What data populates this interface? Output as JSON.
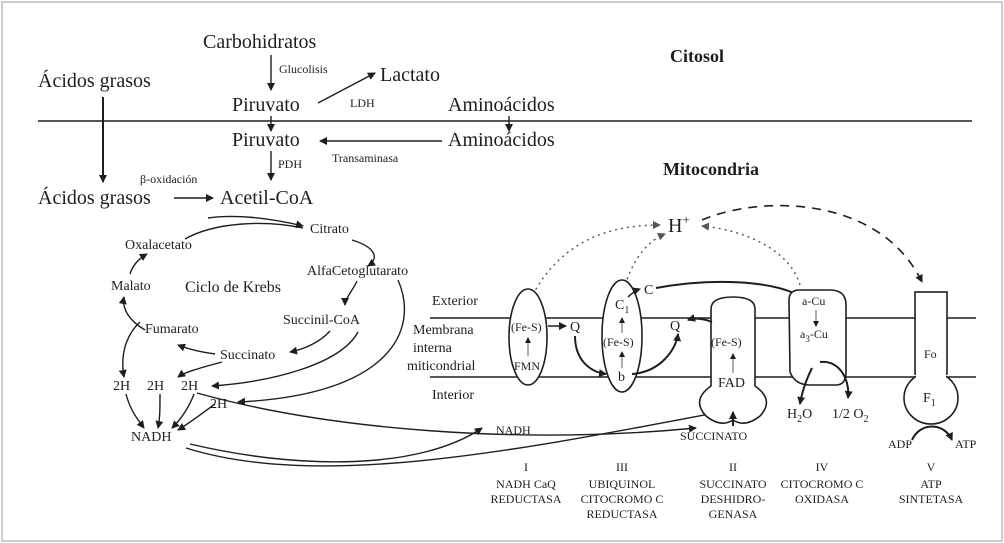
{
  "compartments": {
    "cytosol": "Citosol",
    "mitochondria": "Mitocondria"
  },
  "cytosol": {
    "carbohydrates": "Carbohidratos",
    "glycolysis": "Glucolisis",
    "lactate": "Lactato",
    "pyruvate": "Piruvato",
    "ldh": "LDH",
    "amino_acids": "Aminoácidos",
    "fatty_acids": "Ácidos grasos"
  },
  "matrix": {
    "pyruvate": "Piruvato",
    "amino_acids": "Aminoácidos",
    "transaminase": "Transaminasa",
    "pdh": "PDH",
    "beta_oxidation": "β-oxidación",
    "fatty_acids": "Ácidos grasos",
    "acetyl_coa": "Acetil-CoA"
  },
  "krebs": {
    "title": "Ciclo de Krebs",
    "citrate": "Citrato",
    "oxaloacetate": "Oxalacetato",
    "alpha_ketoglutarate": "AlfaCetoglutarato",
    "malate": "Malato",
    "fumarate": "Fumarato",
    "succinyl_coa": "Succinil-CoA",
    "succinate": "Succinato",
    "h2_a": "2H",
    "h2_b": "2H",
    "h2_c": "2H",
    "h2_d": "2H",
    "nadh": "NADH"
  },
  "membrane": {
    "exterior": "Exterior",
    "membrane_line1": "Membrana",
    "membrane_line2": "interna",
    "membrane_line3": "miticondrial",
    "interior": "Interior"
  },
  "chain": {
    "proton": "H",
    "proton_sup": "+",
    "fes_1": "(Fe-S)",
    "fmn": "FMN",
    "q_1": "Q",
    "c1_base": "C",
    "c1_sub": "1",
    "c": "C",
    "fes_3": "(Fe-S)",
    "b": "b",
    "q_2": "Q",
    "fes_2": "(Fe-S)",
    "fad": "FAD",
    "a_cu": "a-Cu",
    "a3_base": "a",
    "a3_sub": "3",
    "a3_suffix": "-Cu",
    "h2o_h": "H",
    "h2o_sub": "2",
    "h2o_o": "O",
    "o2_prefix": "1/2 O",
    "o2_sub": "2",
    "fo": "Fo",
    "f1_base": "F",
    "f1_sub": "1",
    "adp": "ADP",
    "atp": "ATP",
    "nadh_in": "NADH",
    "succinate_in": "SUCCINATO"
  },
  "complexes": [
    {
      "numeral": "I",
      "lines": [
        "NADH CaQ",
        "REDUCTASA"
      ]
    },
    {
      "numeral": "III",
      "lines": [
        "UBIQUINOL",
        "CITOCROMO C",
        "REDUCTASA"
      ]
    },
    {
      "numeral": "II",
      "lines": [
        "SUCCINATO",
        "DESHIDRO-",
        "GENASA"
      ]
    },
    {
      "numeral": "IV",
      "lines": [
        "CITOCROMO C",
        "OXIDASA"
      ]
    },
    {
      "numeral": "V",
      "lines": [
        "ATP",
        "SINTETASA"
      ]
    }
  ]
}
